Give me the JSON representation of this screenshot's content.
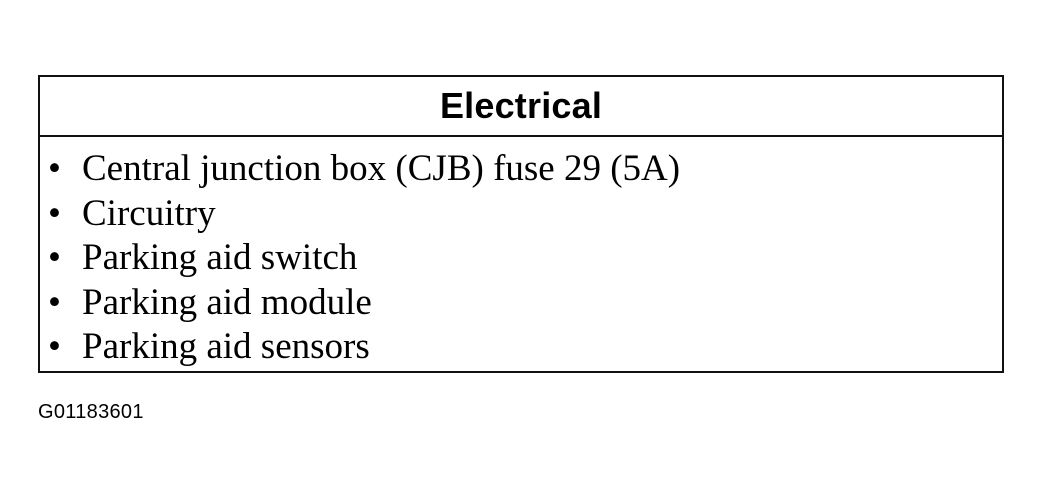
{
  "table": {
    "header": "Electrical",
    "bullet": "•",
    "items": [
      "Central junction box (CJB) fuse 29 (5A)",
      "Circuitry",
      "Parking aid switch",
      "Parking aid module",
      "Parking aid sensors"
    ]
  },
  "figure_id": "G01183601"
}
